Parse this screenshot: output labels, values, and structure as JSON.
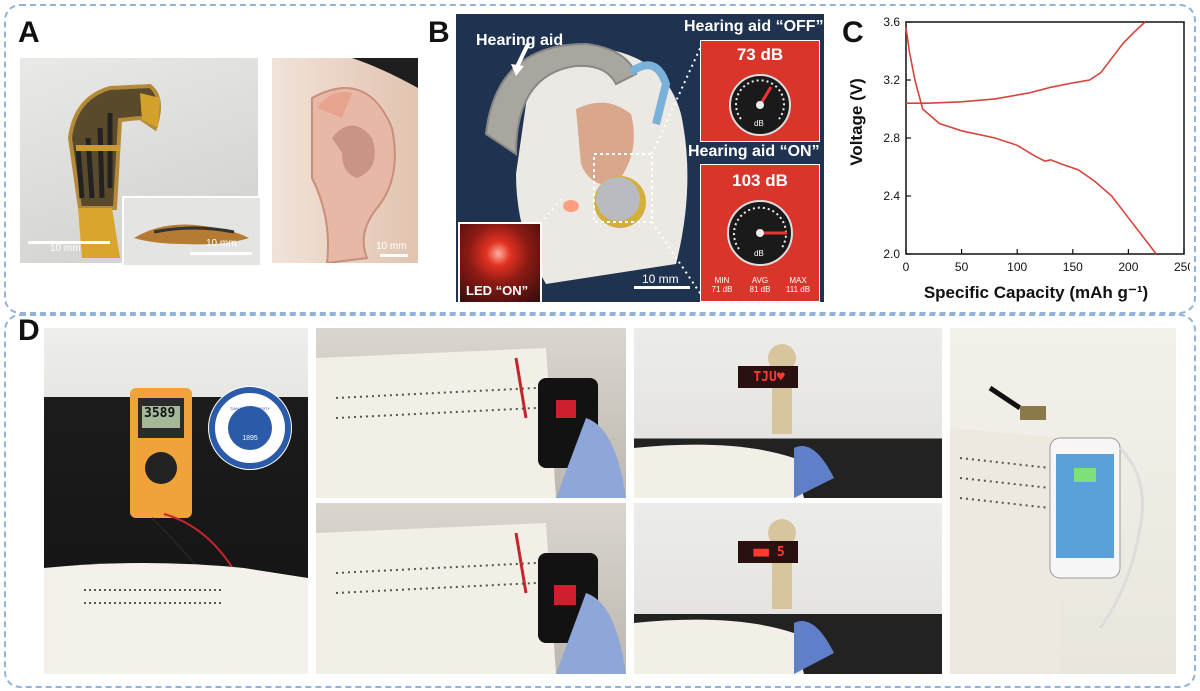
{
  "panels": {
    "a": "A",
    "b": "B",
    "c": "C",
    "d": "D"
  },
  "panel_a": {
    "scale_left": "10 mm",
    "scale_inset": "10 mm",
    "scale_ear": "10 mm"
  },
  "panel_b": {
    "hearing_aid_label": "Hearing aid",
    "off_title": "Hearing aid “OFF”",
    "off_value": "73 dB",
    "on_title": "Hearing aid “ON”",
    "on_value": "103 dB",
    "gauge_unit": "dB",
    "led_label": "LED “ON”",
    "scale": "10 mm",
    "stats": [
      {
        "label": "MIN",
        "value": "71 dB"
      },
      {
        "label": "AVG",
        "value": "81 dB"
      },
      {
        "label": "MAX",
        "value": "111 dB"
      }
    ]
  },
  "chart_data": {
    "type": "line",
    "xlabel": "Specific Capacity (mAh g⁻¹)",
    "ylabel": "Voltage (V)",
    "xlim": [
      0,
      250
    ],
    "ylim": [
      2.0,
      3.6
    ],
    "xticks": [
      "0",
      "50",
      "100",
      "150",
      "200",
      "250"
    ],
    "yticks": [
      "2.0",
      "2.4",
      "2.8",
      "3.2",
      "3.6"
    ],
    "series": [
      {
        "color": "#d8443c",
        "points": [
          [
            0,
            3.04
          ],
          [
            20,
            3.04
          ],
          [
            50,
            3.05
          ],
          [
            80,
            3.07
          ],
          [
            110,
            3.11
          ],
          [
            130,
            3.15
          ],
          [
            150,
            3.18
          ],
          [
            165,
            3.2
          ],
          [
            175,
            3.25
          ],
          [
            185,
            3.35
          ],
          [
            195,
            3.45
          ],
          [
            205,
            3.53
          ],
          [
            215,
            3.6
          ]
        ]
      },
      {
        "color": "#d8443c",
        "points": [
          [
            0,
            3.56
          ],
          [
            3,
            3.4
          ],
          [
            8,
            3.2
          ],
          [
            15,
            3.0
          ],
          [
            30,
            2.9
          ],
          [
            50,
            2.85
          ],
          [
            80,
            2.8
          ],
          [
            100,
            2.75
          ],
          [
            115,
            2.68
          ],
          [
            125,
            2.64
          ],
          [
            130,
            2.65
          ],
          [
            140,
            2.62
          ],
          [
            155,
            2.58
          ],
          [
            170,
            2.5
          ],
          [
            185,
            2.4
          ],
          [
            200,
            2.25
          ],
          [
            215,
            2.1
          ],
          [
            225,
            2.0
          ]
        ]
      }
    ]
  },
  "panel_d": {
    "multimeter_reading": "3589",
    "logo_text": "TIANJIN UNIVERSITY (PEIYANG UNIVERSITY)",
    "logo_year": "1895",
    "banner_top": "TJU♥",
    "banner_bottom": "■■ 5"
  }
}
